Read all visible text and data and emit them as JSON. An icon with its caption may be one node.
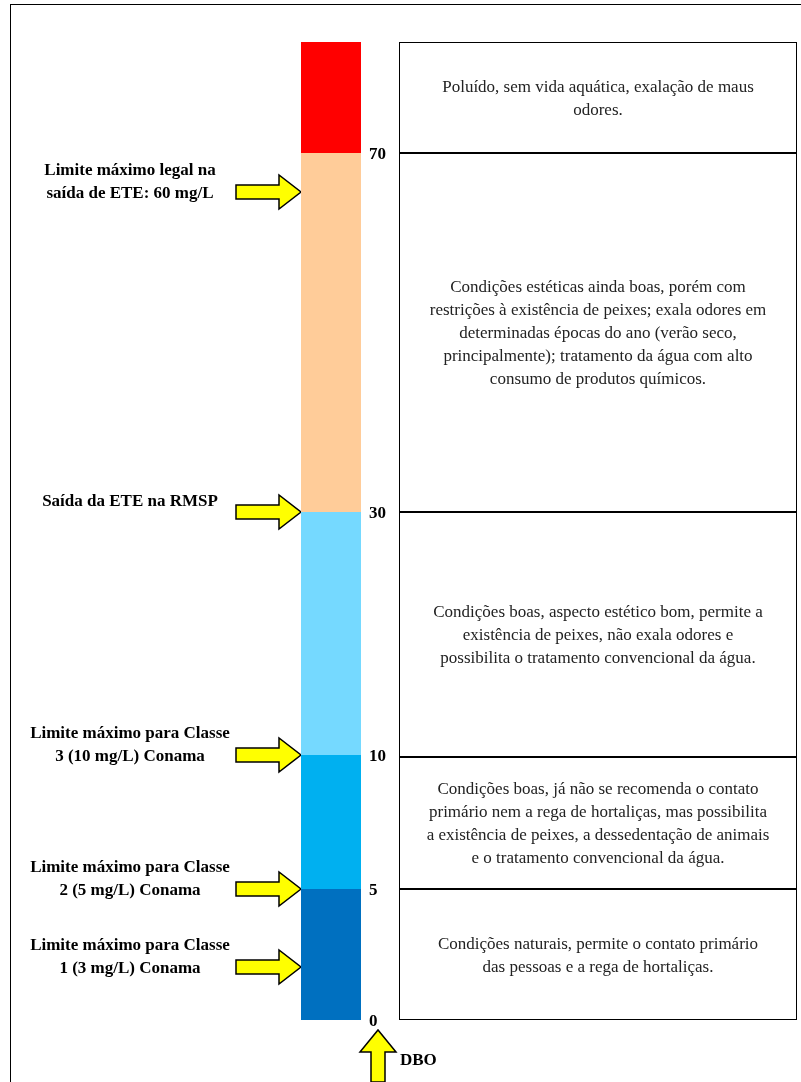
{
  "diagram": {
    "nodes": [
      {
        "text": [],
        "shape": "bar"
      },
      {
        "text": [],
        "shape": "bar"
      },
      {
        "text": [],
        "shape": "bar"
      },
      {
        "text": [],
        "shape": "bar"
      },
      {
        "text": [],
        "shape": "bar"
      },
      {
        "text": [
          "Poluído, sem vida aquática, exalação de maus odores."
        ]
      },
      {
        "text": [
          "Condições estéticas ainda boas, porém com restrições à existência de peixes; exala odores em determinadas épocas do ano (verão seco, principalmente); tratamento da água com alto consumo de produtos químicos."
        ]
      },
      {
        "text": [
          "Condições boas, aspecto estético bom, permite a existência de peixes, não exala odores e possibilita o tratamento convencional da água."
        ]
      },
      {
        "text": [
          "Condições boas, já não se recomenda o contato primário nem a rega de hortaliças, mas possibilita a existência de peixes, a dessedentação de animais e o tratamento convencional da água."
        ]
      },
      {
        "text": [
          "Condições naturais, permite o contato primário das pessoas e a rega de hortaliças."
        ]
      },
      {
        "text": [
          "Limite máximo legal na saída de ETE: 60 mg/L"
        ]
      },
      {
        "text": [
          "Saída da ETE na RMSP"
        ]
      },
      {
        "text": [
          "Limite máximo para Classe 3 (10 mg/L) Conama"
        ]
      },
      {
        "text": [
          "Limite máximo para Classe 2 (5 mg/L) Conama"
        ]
      },
      {
        "text": [
          "Limite máximo para Classe 1 (3 mg/L) Conama"
        ]
      }
    ],
    "edges": [
      {
        "from": 10,
        "to": 1,
        "arrow": "to"
      },
      {
        "from": 11,
        "to": 1,
        "arrow": "to"
      },
      {
        "from": 12,
        "to": 2,
        "arrow": "to"
      },
      {
        "from": 13,
        "to": 3,
        "arrow": "to"
      },
      {
        "from": 14,
        "to": 4,
        "arrow": "to"
      }
    ],
    "labels": [
      "70",
      "30",
      "10",
      "5",
      "0",
      "DBO"
    ]
  }
}
